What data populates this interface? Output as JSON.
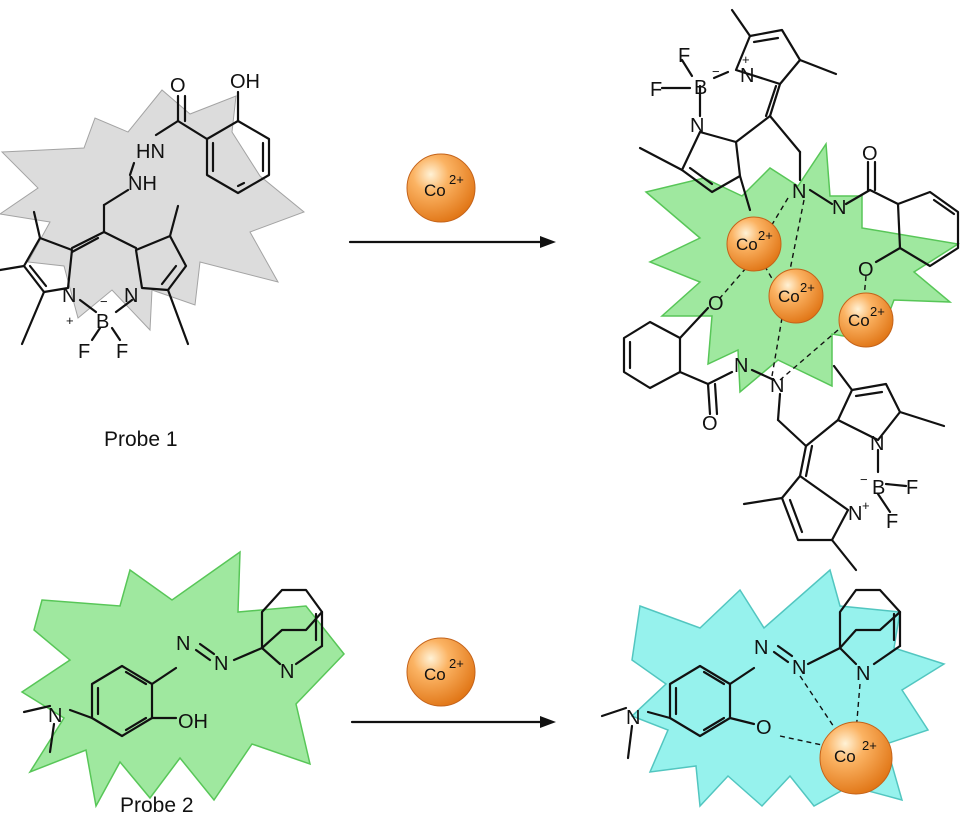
{
  "labels": {
    "probe1": "Probe 1",
    "probe2": "Probe 2"
  },
  "ion": {
    "symbol": "Co",
    "charge": "2+"
  },
  "atoms": {
    "O": "O",
    "OH": "OH",
    "HN": "HN",
    "NH": "NH",
    "N": "N",
    "B": "B",
    "F": "F",
    "plus": "+",
    "minus": "−"
  },
  "colors": {
    "burst_gray": "#d9d9d9",
    "burst_gray_edge": "#9a9a9a",
    "burst_green": "#8fe58f",
    "burst_green_edge": "#3bbd3b",
    "burst_cyan": "#84f0ea",
    "burst_cyan_edge": "#35bdb6",
    "ion_fill": "#f7933a",
    "ion_light": "#fff2d6",
    "ion_edge": "#c4631a"
  }
}
